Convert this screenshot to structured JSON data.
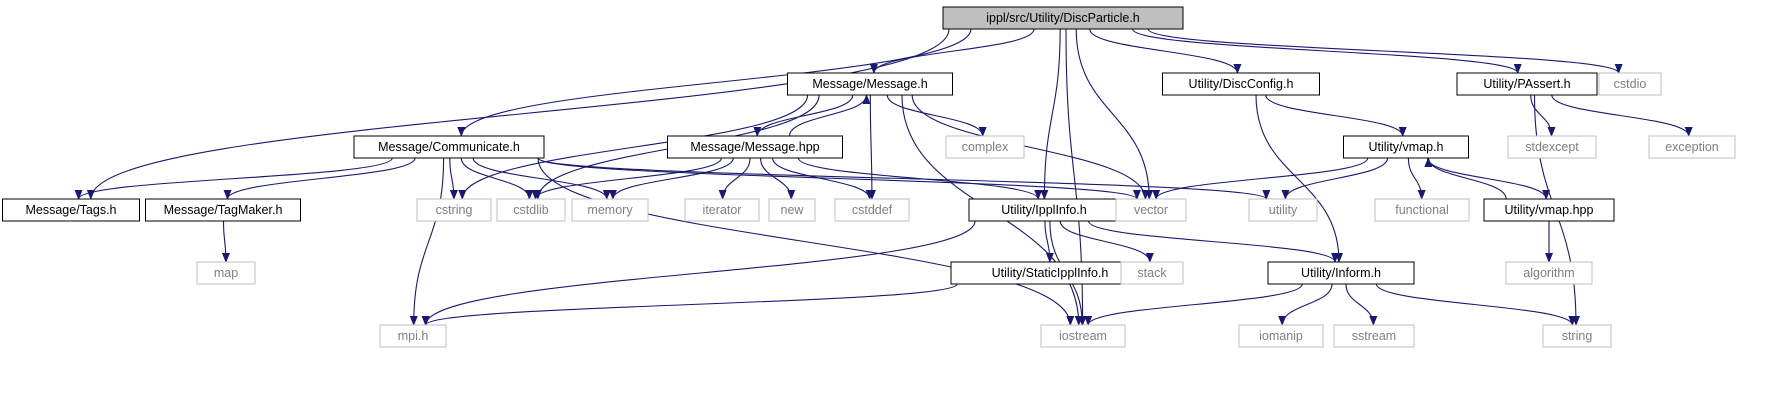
{
  "colors": {
    "edge": "#191970",
    "focus_fill": "#bfbfbf",
    "focus_border": "#000000",
    "documented_border": "#000000",
    "external_border": "#bfbfbf",
    "external_text": "#7f7f7f",
    "text": "#000000"
  },
  "nodes": [
    {
      "id": "root",
      "label": "ippl/src/Utility/DiscParticle.h",
      "kind": "focus"
    },
    {
      "id": "message_h",
      "label": "Message/Message.h",
      "kind": "documented"
    },
    {
      "id": "discconfig_h",
      "label": "Utility/DiscConfig.h",
      "kind": "documented"
    },
    {
      "id": "passert_h",
      "label": "Utility/PAssert.h",
      "kind": "documented"
    },
    {
      "id": "cstdio",
      "label": "cstdio",
      "kind": "external"
    },
    {
      "id": "communicate_h",
      "label": "Message/Communicate.h",
      "kind": "documented"
    },
    {
      "id": "message_hpp",
      "label": "Message/Message.hpp",
      "kind": "documented"
    },
    {
      "id": "complex",
      "label": "complex",
      "kind": "external"
    },
    {
      "id": "vmap_h",
      "label": "Utility/vmap.h",
      "kind": "documented"
    },
    {
      "id": "stdexcept",
      "label": "stdexcept",
      "kind": "external"
    },
    {
      "id": "exception",
      "label": "exception",
      "kind": "external"
    },
    {
      "id": "tags_h",
      "label": "Message/Tags.h",
      "kind": "documented"
    },
    {
      "id": "tagmaker_h",
      "label": "Message/TagMaker.h",
      "kind": "documented"
    },
    {
      "id": "cstring",
      "label": "cstring",
      "kind": "external"
    },
    {
      "id": "cstdlib",
      "label": "cstdlib",
      "kind": "external"
    },
    {
      "id": "memory",
      "label": "memory",
      "kind": "external"
    },
    {
      "id": "iterator",
      "label": "iterator",
      "kind": "external"
    },
    {
      "id": "new",
      "label": "new",
      "kind": "external"
    },
    {
      "id": "cstddef",
      "label": "cstddef",
      "kind": "external"
    },
    {
      "id": "ipplinfo_h",
      "label": "Utility/IpplInfo.h",
      "kind": "documented"
    },
    {
      "id": "vector",
      "label": "vector",
      "kind": "external"
    },
    {
      "id": "utility",
      "label": "utility",
      "kind": "external"
    },
    {
      "id": "functional",
      "label": "functional",
      "kind": "external"
    },
    {
      "id": "vmap_hpp",
      "label": "Utility/vmap.hpp",
      "kind": "documented"
    },
    {
      "id": "map",
      "label": "map",
      "kind": "external"
    },
    {
      "id": "staticipplinfo_h",
      "label": "Utility/StaticIpplInfo.h",
      "kind": "documented"
    },
    {
      "id": "stack",
      "label": "stack",
      "kind": "external"
    },
    {
      "id": "inform_h",
      "label": "Utility/Inform.h",
      "kind": "documented"
    },
    {
      "id": "algorithm",
      "label": "algorithm",
      "kind": "external"
    },
    {
      "id": "mpi_h",
      "label": "mpi.h",
      "kind": "external"
    },
    {
      "id": "iostream",
      "label": "iostream",
      "kind": "external"
    },
    {
      "id": "iomanip",
      "label": "iomanip",
      "kind": "external"
    },
    {
      "id": "sstream",
      "label": "sstream",
      "kind": "external"
    },
    {
      "id": "string",
      "label": "string",
      "kind": "external"
    }
  ],
  "edges": [
    [
      "root",
      "message_h"
    ],
    [
      "root",
      "discconfig_h"
    ],
    [
      "root",
      "passert_h"
    ],
    [
      "root",
      "cstdio"
    ],
    [
      "root",
      "communicate_h"
    ],
    [
      "root",
      "tags_h"
    ],
    [
      "root",
      "ipplinfo_h"
    ],
    [
      "root",
      "vector"
    ],
    [
      "root",
      "iostream"
    ],
    [
      "message_h",
      "message_hpp"
    ],
    [
      "message_h",
      "complex"
    ],
    [
      "message_h",
      "cstring"
    ],
    [
      "message_h",
      "cstdlib"
    ],
    [
      "message_h",
      "cstddef"
    ],
    [
      "message_h",
      "vector"
    ],
    [
      "message_h",
      "iostream"
    ],
    [
      "message_hpp",
      "message_h"
    ],
    [
      "message_hpp",
      "cstdlib"
    ],
    [
      "message_hpp",
      "memory"
    ],
    [
      "message_hpp",
      "iterator"
    ],
    [
      "message_hpp",
      "new"
    ],
    [
      "message_hpp",
      "cstddef"
    ],
    [
      "message_hpp",
      "ipplinfo_h"
    ],
    [
      "communicate_h",
      "tags_h"
    ],
    [
      "communicate_h",
      "tagmaker_h"
    ],
    [
      "communicate_h",
      "cstring"
    ],
    [
      "communicate_h",
      "cstdlib"
    ],
    [
      "communicate_h",
      "memory"
    ],
    [
      "communicate_h",
      "vector"
    ],
    [
      "communicate_h",
      "utility"
    ],
    [
      "communicate_h",
      "mpi_h"
    ],
    [
      "communicate_h",
      "iostream"
    ],
    [
      "tagmaker_h",
      "map"
    ],
    [
      "discconfig_h",
      "vmap_h"
    ],
    [
      "discconfig_h",
      "inform_h"
    ],
    [
      "passert_h",
      "stdexcept"
    ],
    [
      "passert_h",
      "exception"
    ],
    [
      "passert_h",
      "string"
    ],
    [
      "vmap_h",
      "vector"
    ],
    [
      "vmap_h",
      "utility"
    ],
    [
      "vmap_h",
      "functional"
    ],
    [
      "vmap_h",
      "vmap_hpp"
    ],
    [
      "vmap_hpp",
      "vmap_h"
    ],
    [
      "vmap_hpp",
      "algorithm"
    ],
    [
      "ipplinfo_h",
      "staticipplinfo_h"
    ],
    [
      "ipplinfo_h",
      "stack"
    ],
    [
      "ipplinfo_h",
      "inform_h"
    ],
    [
      "ipplinfo_h",
      "mpi_h"
    ],
    [
      "ipplinfo_h",
      "iostream"
    ],
    [
      "staticipplinfo_h",
      "mpi_h"
    ],
    [
      "inform_h",
      "iostream"
    ],
    [
      "inform_h",
      "iomanip"
    ],
    [
      "inform_h",
      "sstream"
    ],
    [
      "inform_h",
      "string"
    ]
  ]
}
